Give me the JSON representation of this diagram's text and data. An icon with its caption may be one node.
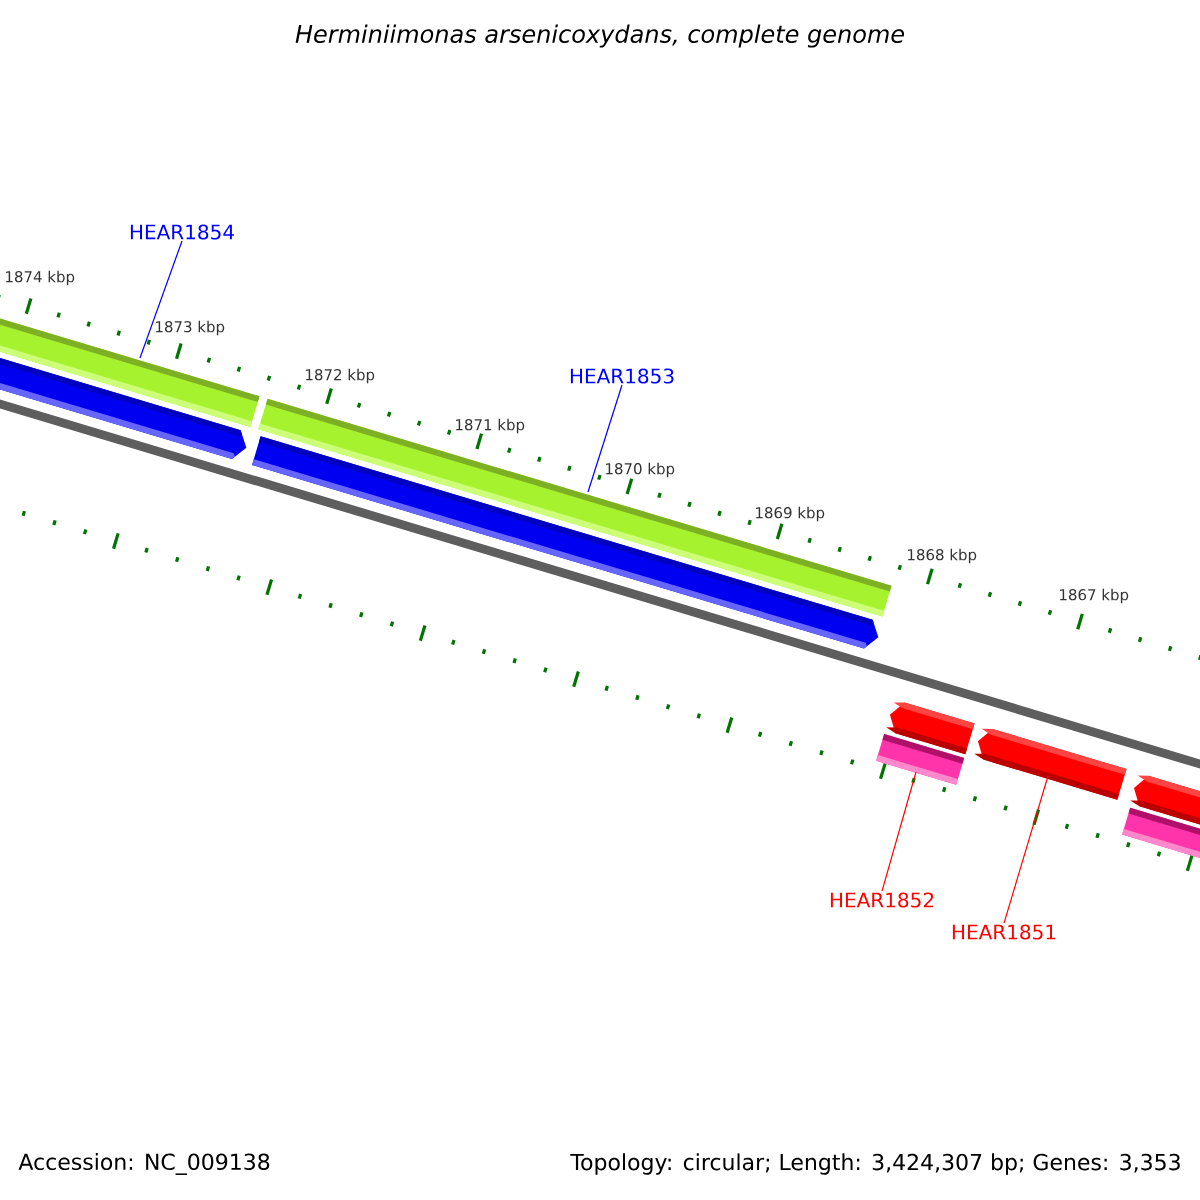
{
  "diagram": {
    "title": "Herminiimonas arsenicoxydans, complete genome",
    "nodes": [
      {
        "text": [
          "HEAR1854"
        ]
      },
      {
        "text": [
          "HEAR1853"
        ]
      },
      {
        "text": [
          "HEAR1852"
        ]
      },
      {
        "text": [
          "HEAR1851"
        ]
      },
      {
        "text": [],
        "shape": "bar"
      },
      {
        "text": [],
        "shape": "arrow"
      },
      {
        "text": [],
        "shape": "bar"
      },
      {
        "text": [],
        "shape": "arrow"
      },
      {
        "text": [],
        "shape": "bar"
      },
      {
        "text": [],
        "shape": "arrow"
      },
      {
        "text": [],
        "shape": "arrow"
      },
      {
        "text": [],
        "shape": "bar"
      },
      {
        "text": [],
        "shape": "arrow"
      }
    ],
    "edges": [
      {
        "from": 0,
        "to": 4,
        "arrow": "none",
        "color": "#0000ff"
      },
      {
        "from": 1,
        "to": 6,
        "arrow": "none",
        "color": "#0000ff"
      },
      {
        "from": 2,
        "to": 8,
        "arrow": "none",
        "color": "#ff0000"
      },
      {
        "from": 3,
        "to": 10,
        "arrow": "none",
        "color": "#ff0000"
      }
    ],
    "labels": [
      "1874 kbp",
      "1873 kbp",
      "1872 kbp",
      "1871 kbp",
      "1870 kbp",
      "1869 kbp",
      "1868 kbp",
      "1867 kbp",
      "Accession: NC_009138",
      "Topology: circular; Length: 3,424,307 bp; Genes: 3,353"
    ]
  }
}
